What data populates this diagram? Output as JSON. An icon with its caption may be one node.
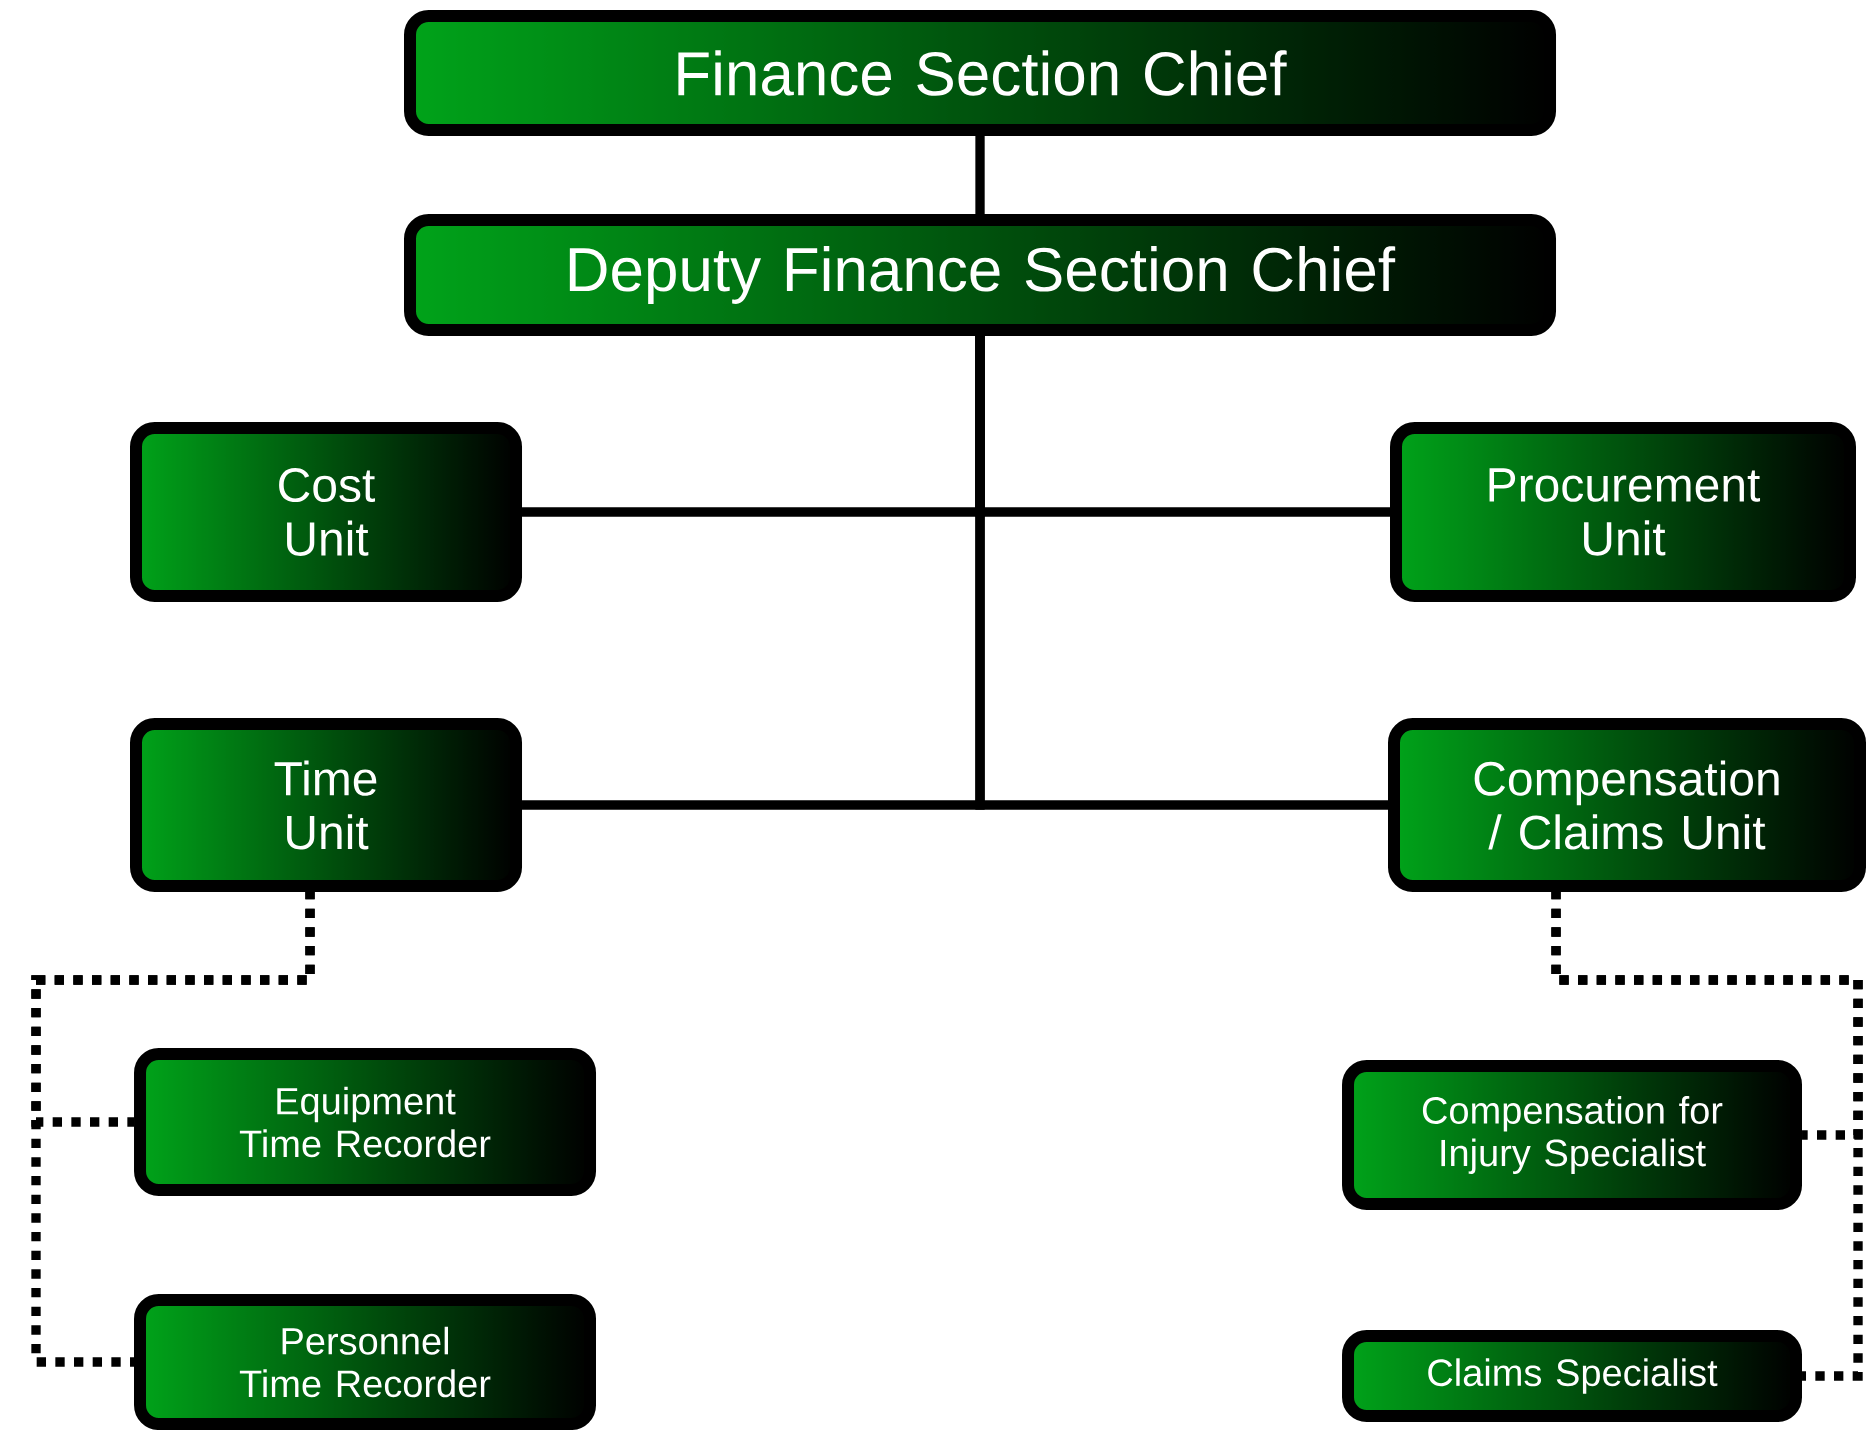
{
  "diagram": {
    "nodes": [
      {
        "text": [
          "Finance Section Chief"
        ]
      },
      {
        "text": [
          "Deputy Finance Section Chief"
        ]
      },
      {
        "text": [
          "Cost Unit"
        ]
      },
      {
        "text": [
          "Procurement Unit"
        ]
      },
      {
        "text": [
          "Time Unit"
        ]
      },
      {
        "text": [
          "Compensation / Claims Unit"
        ]
      },
      {
        "text": [
          "Equipment Time Recorder"
        ]
      },
      {
        "text": [
          "Personnel Time Recorder"
        ]
      },
      {
        "text": [
          "Compensation for Injury Specialist"
        ]
      },
      {
        "text": [
          "Claims Specialist"
        ]
      }
    ],
    "edges": [
      {
        "from": 0,
        "to": 1,
        "arrow": "none"
      },
      {
        "from": 1,
        "to": 2,
        "arrow": "none"
      },
      {
        "from": 1,
        "to": 3,
        "arrow": "none"
      },
      {
        "from": 1,
        "to": 4,
        "arrow": "none"
      },
      {
        "from": 1,
        "to": 5,
        "arrow": "none"
      },
      {
        "from": 4,
        "to": 6,
        "arrow": "none",
        "style": "dashed"
      },
      {
        "from": 4,
        "to": 7,
        "arrow": "none",
        "style": "dashed"
      },
      {
        "from": 5,
        "to": 8,
        "arrow": "none",
        "style": "dashed"
      },
      {
        "from": 5,
        "to": 9,
        "arrow": "none",
        "style": "dashed"
      }
    ]
  }
}
